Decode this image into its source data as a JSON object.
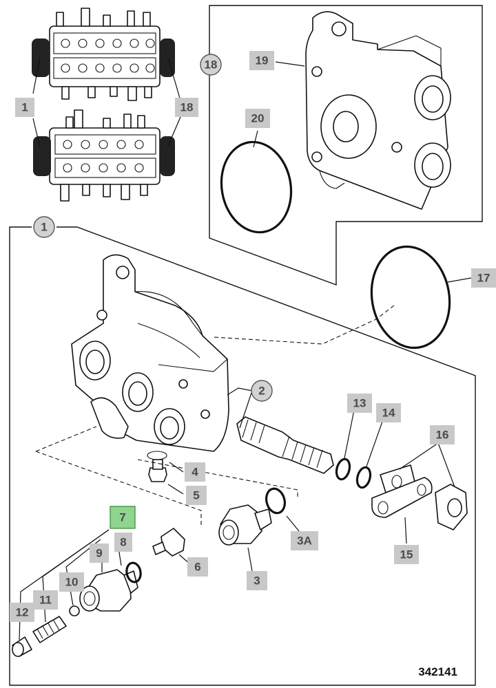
{
  "drawing_number": "342141",
  "active_callout": "7",
  "callouts": {
    "c1_top": "1",
    "c18_top": "18",
    "c18_circle": "18",
    "c19": "19",
    "c20": "20",
    "c1_circle": "1",
    "c17": "17",
    "c2": "2",
    "c13": "13",
    "c14": "14",
    "c16": "16",
    "c4": "4",
    "c5": "5",
    "c7": "7",
    "c8": "8",
    "c9": "9",
    "c3A": "3A",
    "c6": "6",
    "c10": "10",
    "c3": "3",
    "c15": "15",
    "c11": "11",
    "c12": "12"
  },
  "colors": {
    "callout_fill": "#c8c8c8",
    "callout_active_fill": "#8fd48f",
    "line": "#111111"
  }
}
